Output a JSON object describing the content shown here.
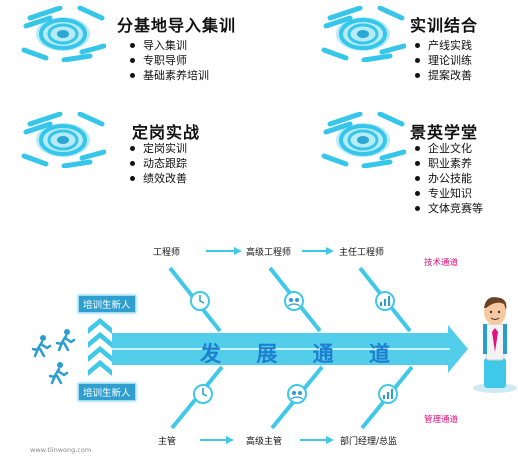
{
  "sections": [
    {
      "title": "分基地导入集训",
      "items": [
        "导入集训",
        "专职导师",
        "基础素养培训"
      ]
    },
    {
      "title": "实训结合",
      "items": [
        "产线实践",
        "理论训练",
        "提案改善"
      ]
    },
    {
      "title": "定岗实战",
      "items": [
        "定岗实训",
        "动态跟踪",
        "绩效改善"
      ]
    },
    {
      "title": "景英学堂",
      "items": [
        "企业文化",
        "职业素养",
        "办公技能",
        "专业知识",
        "文体竞赛等"
      ]
    }
  ],
  "diagram": {
    "tech_path": [
      "工程师",
      "高级工程师",
      "主任工程师"
    ],
    "mgmt_path": [
      "主管",
      "高级主管",
      "部门经理/总监"
    ],
    "tech_channel": "技术通道",
    "mgmt_channel": "管理通道",
    "trainee_label": "培训生新人",
    "banner": [
      "发",
      "展",
      "通",
      "道"
    ],
    "colors": {
      "arrow": "#3fc8e8",
      "accent": "#e0127f",
      "badge": "#35c6ea"
    }
  },
  "watermark": "www.tiinwong.com"
}
